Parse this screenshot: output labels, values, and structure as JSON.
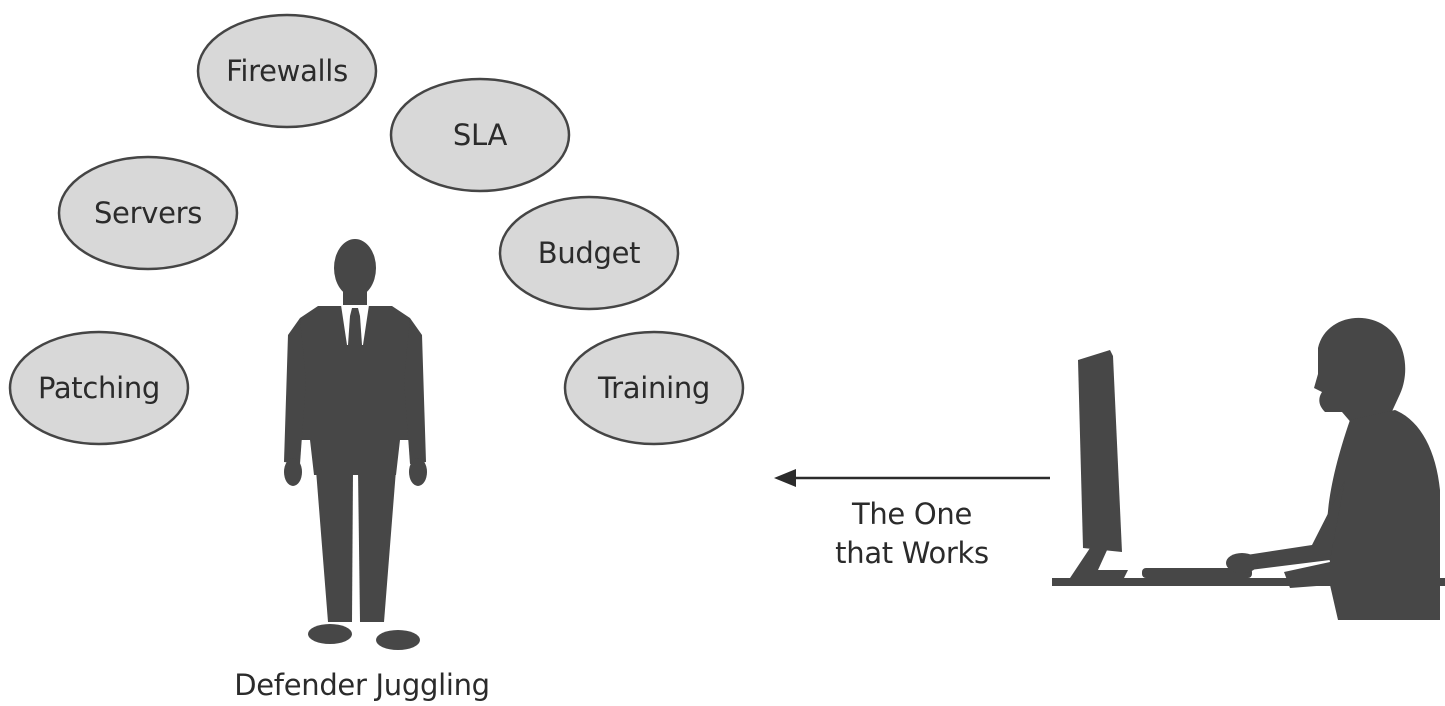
{
  "concerns": [
    {
      "id": "firewalls",
      "label": "Firewalls"
    },
    {
      "id": "sla",
      "label": "SLA"
    },
    {
      "id": "servers",
      "label": "Servers"
    },
    {
      "id": "budget",
      "label": "Budget"
    },
    {
      "id": "patching",
      "label": "Patching"
    },
    {
      "id": "training",
      "label": "Training"
    }
  ],
  "defender_caption": "Defender Juggling",
  "attacker_caption_line1": "The One",
  "attacker_caption_line2": "that Works",
  "colors": {
    "bubble_fill": "#d8d8d8",
    "bubble_stroke": "#454545",
    "silhouette": "#474747",
    "text": "#2b2b2b",
    "shirt": "#ffffff"
  }
}
